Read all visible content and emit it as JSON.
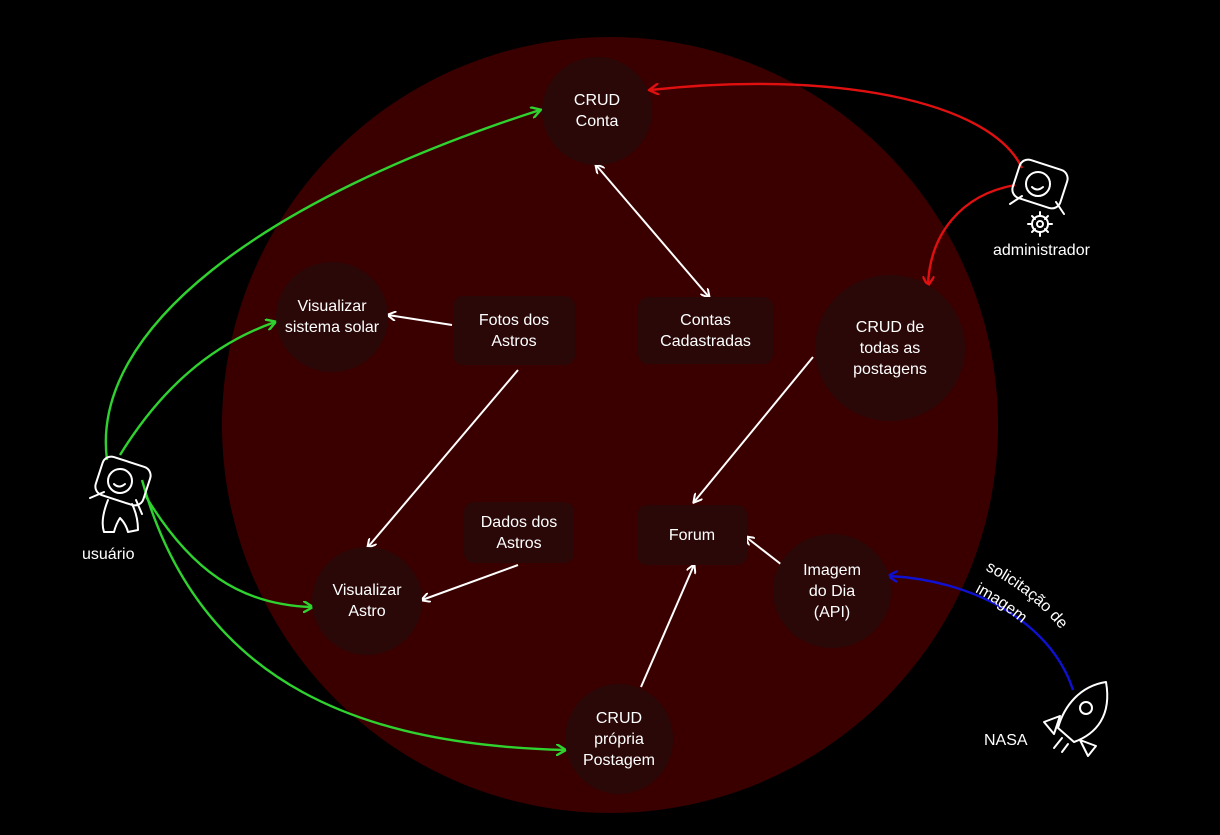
{
  "colors": {
    "background": "#000000",
    "system": "#3a0000",
    "node": "#2a0808",
    "user_arrow": "#2fd22f",
    "admin_arrow": "#e01010",
    "nasa_arrow": "#1010d0",
    "internal_arrow": "#ffffff"
  },
  "nodes": {
    "crud_conta": "CRUD\nConta",
    "visualizar_sistema_solar": "Visualizar\nsistema solar",
    "fotos_astros": "Fotos dos\nAstros",
    "contas_cadastradas": "Contas\nCadastradas",
    "crud_todas_postagens": "CRUD de\ntodas as\npostagens",
    "dados_astros": "Dados dos\nAstros",
    "forum": "Forum",
    "imagem_dia": "Imagem\ndo Dia\n(API)",
    "visualizar_astro": "Visualizar\nAstro",
    "crud_propria_postagem": "CRUD\nprópria\nPostagem"
  },
  "actors": {
    "usuario": {
      "label": "usuário",
      "icon": "astronaut-icon"
    },
    "administrador": {
      "label": "administrador",
      "icon": "astronaut-gear-icon"
    },
    "nasa": {
      "label": "NASA",
      "icon": "rocket-icon"
    }
  },
  "edge_labels": {
    "solicitacao_line1": "solicitação de",
    "solicitacao_line2": "imagem"
  }
}
